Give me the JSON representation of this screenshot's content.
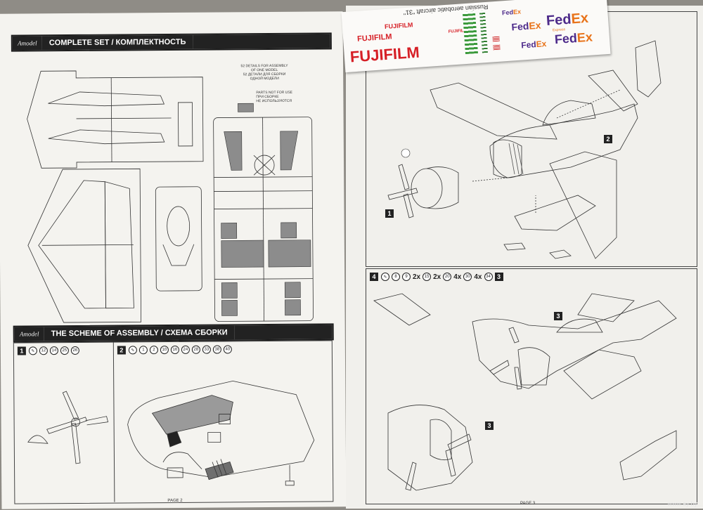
{
  "left_page": {
    "header1": {
      "logo": "Amodel",
      "title": "COMPLETE SET / КОМПЛЕКТНОСТЬ"
    },
    "details_note": [
      "52 DETAILS FOR ASSEMBLY",
      "OF ONE MODEL",
      "52 ДЕТАЛИ ДЛЯ СБОРКИ",
      "ОДНОЙ МОДЕЛИ"
    ],
    "parts_not_for_use": [
      "PARTS NOT FOR USE",
      "ПРИ СБОРКЕ",
      "НЕ ИСПОЛЬЗУЮТСЯ"
    ],
    "header2": {
      "logo": "Amodel",
      "title": "THE SCHEME OF ASSEMBLY / СХЕМА СБОРКИ"
    },
    "step1": {
      "number": "1",
      "parts": [
        "12",
        "14",
        "25",
        "26"
      ]
    },
    "step2": {
      "number": "2",
      "parts": [
        "1",
        "2",
        "10",
        "16",
        "24",
        "28",
        "33",
        "38",
        "40"
      ]
    },
    "footer": "PAGE 2"
  },
  "right_page": {
    "step4": {
      "number": "4",
      "items": [
        {
          "mult": "",
          "parts": [
            "8",
            "9"
          ]
        },
        {
          "mult": "2x",
          "parts": [
            "15"
          ]
        },
        {
          "mult": "2x",
          "parts": [
            "20"
          ]
        },
        {
          "mult": "4x",
          "parts": [
            "30"
          ]
        },
        {
          "mult": "4x",
          "parts": [
            "34"
          ]
        }
      ],
      "ref": "3"
    },
    "ref_top": "1",
    "ref_mid": "2",
    "ref_bottom": "3",
    "footer": "PAGE 3"
  },
  "decal_sheet": {
    "title": "Russian aerobatic aircraft \"31\"",
    "brand_fuji": "FUJIFILM",
    "brand_fedex_fe": "Fed",
    "brand_fedex_ex": "Ex",
    "fedex_sub": "Express"
  },
  "watermark": "www.ay.by"
}
